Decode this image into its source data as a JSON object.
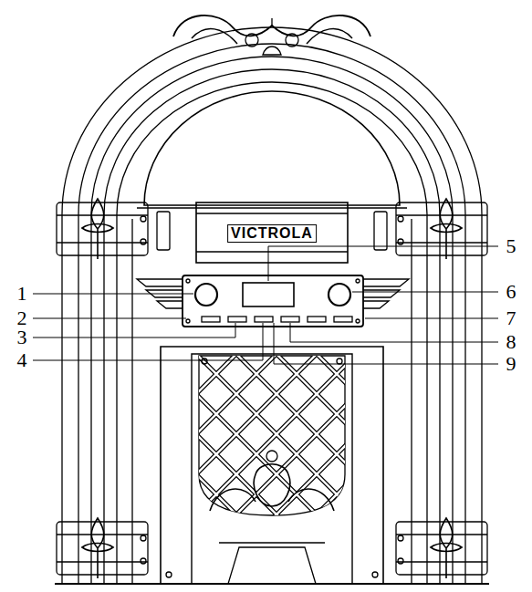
{
  "diagram": {
    "labels": [
      "VICTROLA",
      "1",
      "2",
      "3",
      "4",
      "5",
      "6",
      "7",
      "8",
      "9"
    ]
  }
}
